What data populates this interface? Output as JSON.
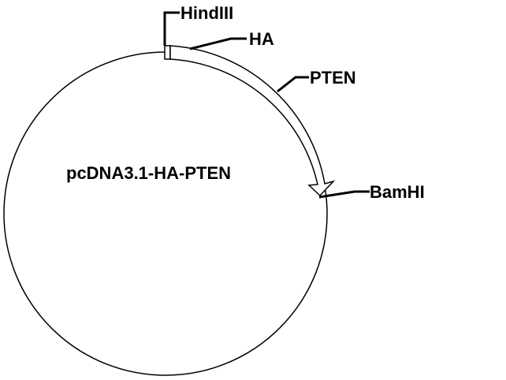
{
  "plasmid": {
    "name": "pcDNA3.1-HA-PTEN"
  },
  "features": {
    "hindiii": "HindIII",
    "ha": "HA",
    "pten": "PTEN",
    "bamhi": "BamHI"
  },
  "colors": {
    "stroke": "#000000",
    "background": "#ffffff"
  }
}
